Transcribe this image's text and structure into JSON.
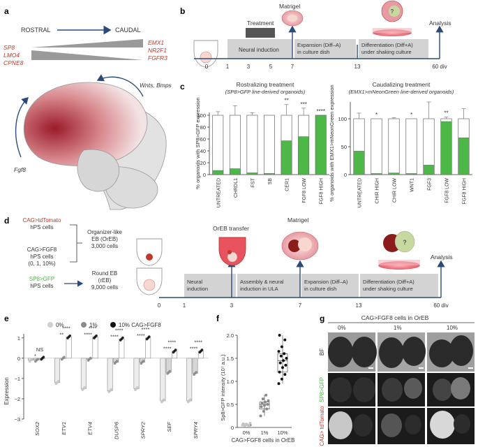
{
  "panels": {
    "a": "a",
    "b": "b",
    "c": "c",
    "d": "d",
    "e": "e",
    "f": "f",
    "g": "g"
  },
  "panel_a": {
    "rostral": "ROSTRAL",
    "caudal": "CAUDAL",
    "left_genes": [
      "SP8",
      "LMO4",
      "CPNE8"
    ],
    "right_genes": [
      "EMX1",
      "NR2F1",
      "FGFR3"
    ],
    "wnts": "Wnts, Bmps",
    "fgf8": "Fgf8"
  },
  "panel_b": {
    "treatment": "Treatment",
    "matrigel": "Matrigel",
    "analysis": "Analysis",
    "stages": [
      "Neural induction",
      "Expansion (Diff–A) in culture dish",
      "Differentiation (Diff+A) under shaking culture"
    ],
    "ticks": [
      "0",
      "1",
      "3",
      "5",
      "7",
      "13",
      "60 div"
    ],
    "q": "?"
  },
  "panel_c": {
    "left": {
      "title_line1": "Rostralizing treatment",
      "title_line2": "(SP8>GFP line-derived organoids)",
      "ylabel": "% organoids with SP8>GFP expression",
      "yticks": [
        "0",
        "20",
        "40",
        "60",
        "80",
        "100"
      ],
      "categories": [
        "UNTREATED",
        "CHRDL1",
        "FST",
        "SB",
        "CER1",
        "FGF8 LOW",
        "FGF8 HIGH"
      ],
      "sig": [
        "",
        "",
        "",
        "",
        "**",
        "***",
        "****"
      ]
    },
    "right": {
      "title_line1": "Caudalizing treatment",
      "title_line2": "(EMX1>mNeonGreen line-derived organoids)",
      "ylabel": "% organoids with EMX1>mNeonGreen expression",
      "yticks": [
        "0",
        "50",
        "100"
      ],
      "categories": [
        "UNTREATED",
        "CHIR HIGH",
        "CHIR LOW",
        "WNT1",
        "FGF3",
        "FGF8 LOW",
        "FGF8 HIGH"
      ],
      "sig": [
        "",
        "*",
        "",
        "*",
        "",
        "**",
        ""
      ]
    }
  },
  "panel_d": {
    "tomato_line1": "CAG>tdTomato",
    "tomato_line2": "hPS cells",
    "fgf8_line1": "CAG>FGF8",
    "fgf8_line2": "hPS cells",
    "fgf8_line3": "(0, 1, 10%)",
    "oreb_line1": "Organizer-like",
    "oreb_line2": "EB (OrEB)",
    "oreb_line3": "3,000 cells",
    "sp8_line1": "SP8>GFP",
    "sp8_line2": "hPS cells",
    "reb_line1": "Round EB",
    "reb_line2": "(rEB)",
    "reb_line3": "9,000 cells",
    "oreb_transfer": "OrEB transfer",
    "matrigel": "Matrigel",
    "analysis": "Analysis",
    "stages": [
      "Neural induction",
      "Assembly & neural induction in ULA",
      "Expansion (Diff–A) in culture dish",
      "Differentiation (Diff+A) under shaking culture"
    ],
    "ticks": [
      "0",
      "1",
      "3",
      "7",
      "13",
      "60 div"
    ],
    "q": "?"
  },
  "panel_e": {
    "legend": [
      "0%",
      "1%",
      "10% CAG>FGF8"
    ],
    "ylabel": "Expression",
    "yticks": [
      "−3",
      "−2",
      "−1",
      "0",
      "1"
    ],
    "genes": [
      "SOX2",
      "ETV1",
      "ETV4",
      "DUSP6",
      "SPRY2",
      "SEF",
      "SPRY4"
    ],
    "sig_top": [
      "NS",
      "****",
      "****",
      "****",
      "****",
      "****",
      "****"
    ],
    "sig_bottom": [
      "*",
      "**",
      "****",
      "****",
      "****",
      "****",
      "****"
    ]
  },
  "panel_f": {
    "ylabel": "Sp8>GFP intensity (10⁷ a.u.)",
    "yticks": [
      "0",
      "0.5",
      "1.0",
      "1.5",
      "2.0"
    ],
    "xticks": [
      "0%",
      "1%",
      "10%"
    ],
    "xlabel": "CAG>FGF8 cells in OrEB"
  },
  "panel_g": {
    "title": "CAG>FGF8 cells in OrEB",
    "cols": [
      "0%",
      "1%",
      "10%"
    ],
    "rows": [
      "BF",
      "SP8>GFP",
      "CAG> tdTomato"
    ]
  },
  "colors": {
    "green": "#4db848",
    "red": "#c0392b",
    "gray": "#d3d3d3",
    "darkgray": "#6b6b6b"
  },
  "chart_data": [
    {
      "type": "bar",
      "title": "Rostralizing treatment",
      "ylabel": "% organoids with SP8>GFP expression",
      "ylim": [
        0,
        100
      ],
      "categories": [
        "UNTREATED",
        "CHRDL1",
        "FST",
        "SB",
        "CER1",
        "FGF8 LOW",
        "FGF8 HIGH"
      ],
      "values": [
        7,
        10,
        3,
        2,
        57,
        64,
        100
      ],
      "error_total": [
        106,
        116,
        104,
        100,
        118,
        112,
        100
      ]
    },
    {
      "type": "bar",
      "title": "Caudalizing treatment",
      "ylabel": "% organoids with EMX1>mNeonGreen expression",
      "ylim": [
        0,
        125
      ],
      "categories": [
        "UNTREATED",
        "CHIR HIGH",
        "CHIR LOW",
        "WNT1",
        "FGF3",
        "FGF8 LOW",
        "FGF8 HIGH"
      ],
      "values": [
        42,
        2,
        3,
        2,
        17,
        95,
        66
      ],
      "error_total": [
        110,
        100,
        102,
        100,
        130,
        103,
        118
      ]
    },
    {
      "type": "bar",
      "ylabel": "Expression",
      "ylim": [
        -3,
        1.2
      ],
      "categories": [
        "SOX2",
        "ETV1",
        "ETV4",
        "DUSP6",
        "SPRY2",
        "SEF",
        "SPRY4"
      ],
      "series": [
        {
          "name": "0%",
          "values": [
            -0.1,
            -1.2,
            -1.5,
            -1.6,
            -1.5,
            -2.1,
            -2.1
          ]
        },
        {
          "name": "1%",
          "values": [
            -0.1,
            0.0,
            -0.05,
            -0.2,
            -0.2,
            -0.7,
            -0.75
          ]
        },
        {
          "name": "10% CAG>FGF8",
          "values": [
            0.0,
            1.05,
            1.05,
            0.95,
            1.0,
            0.35,
            0.35
          ]
        }
      ]
    },
    {
      "type": "scatter",
      "ylabel": "Sp8>GFP intensity (10⁷ a.u.)",
      "xlabel": "CAG>FGF8 cells in OrEB",
      "ylim": [
        0,
        2.0
      ],
      "categories": [
        "0%",
        "1%",
        "10%"
      ],
      "series": [
        {
          "name": "0%",
          "values": [
            0.05,
            0.06,
            0.04,
            0.08,
            0.07,
            0.03,
            0.05,
            0.06,
            0.09,
            0.04
          ]
        },
        {
          "name": "1%",
          "values": [
            0.25,
            0.35,
            0.4,
            0.45,
            0.48,
            0.5,
            0.52,
            0.55,
            0.58,
            0.62,
            0.7
          ]
        },
        {
          "name": "10%",
          "values": [
            0.95,
            1.05,
            1.15,
            1.2,
            1.3,
            1.35,
            1.4,
            1.45,
            1.5,
            1.55,
            1.6,
            1.65,
            1.75,
            1.9,
            2.0
          ]
        }
      ]
    }
  ]
}
